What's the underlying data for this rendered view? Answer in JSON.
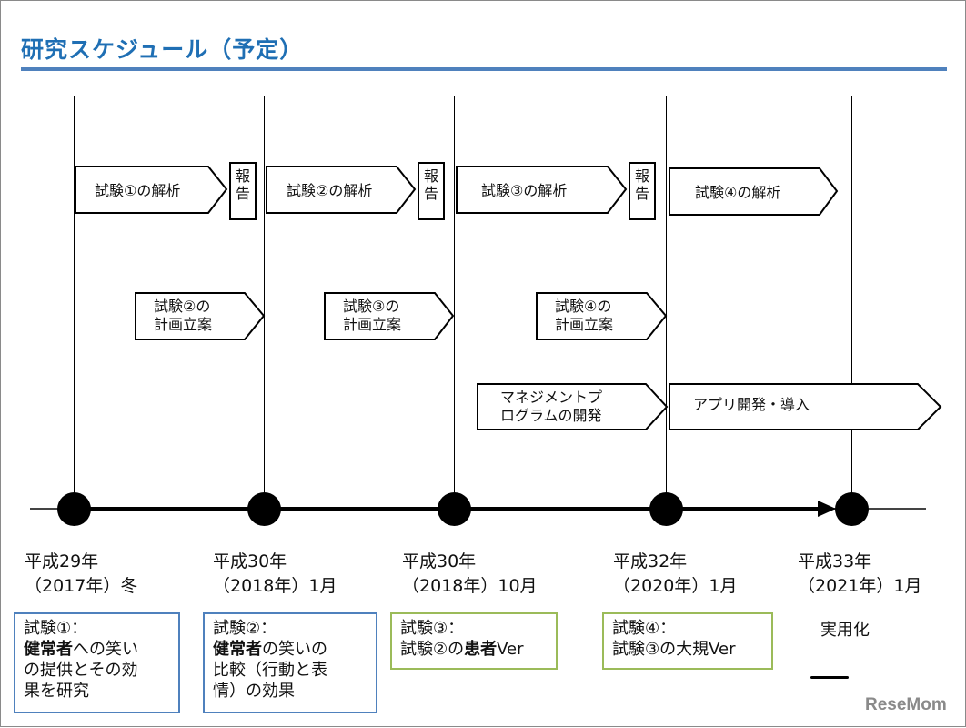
{
  "title": "研究スケジュール（予定）",
  "phases": [
    {
      "label": "試験①の解析"
    },
    {
      "label": "試験②の解析"
    },
    {
      "label": "試験③の解析"
    },
    {
      "label": "試験④の解析"
    }
  ],
  "report_label": "報告",
  "plans": [
    {
      "line1": "試験②の",
      "line2": "計画立案"
    },
    {
      "line1": "試験③の",
      "line2": "計画立案"
    },
    {
      "line1": "試験④の",
      "line2": "計画立案"
    }
  ],
  "program": {
    "line1": "マネジメントプ",
    "line2": "ログラムの開発"
  },
  "app": {
    "label": "アプリ開発・導入"
  },
  "milestones": [
    {
      "line1": "平成29年",
      "line2": "（2017年）冬"
    },
    {
      "line1": "平成30年",
      "line2": "（2018年）1月"
    },
    {
      "line1": "平成30年",
      "line2": "（2018年）10月"
    },
    {
      "line1": "平成32年",
      "line2": "（2020年）1月"
    },
    {
      "line1": "平成33年",
      "line2": "（2021年）1月"
    }
  ],
  "notes": [
    {
      "head": "試験①：",
      "bold": "健常者",
      "rest1": "への笑い",
      "rest2": "の提供とその効",
      "rest3": "果を研究"
    },
    {
      "head": "試験②：",
      "bold": "健常者",
      "rest1": "の笑いの",
      "rest2": "比較（行動と表",
      "rest3": "情）の効果"
    },
    {
      "head": "試験③：",
      "pre": "試験②の",
      "bold": "患者",
      "post": "Ver"
    },
    {
      "head": "試験④：",
      "text": "試験③の大規Ver"
    },
    {
      "text": "実用化"
    }
  ],
  "watermark": "ReseMom"
}
